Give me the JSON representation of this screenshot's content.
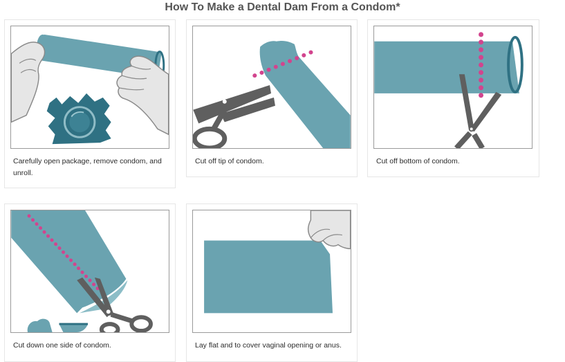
{
  "page": {
    "title": "How To Make a Dental Dam From a Condom*"
  },
  "colors": {
    "teal": "#6aa3b0",
    "teal_dark": "#2f7183",
    "scissors": "#5f5f5f",
    "dots": "#d2448e",
    "hand": "#e6e6e6"
  },
  "steps": [
    {
      "caption": "Carefully open package, remove condom, and unroll."
    },
    {
      "caption": "Cut off tip of condom."
    },
    {
      "caption": "Cut off bottom of condom."
    },
    {
      "caption": "Cut down one side of condom."
    },
    {
      "caption": "Lay flat and to cover vaginal opening or anus."
    }
  ]
}
